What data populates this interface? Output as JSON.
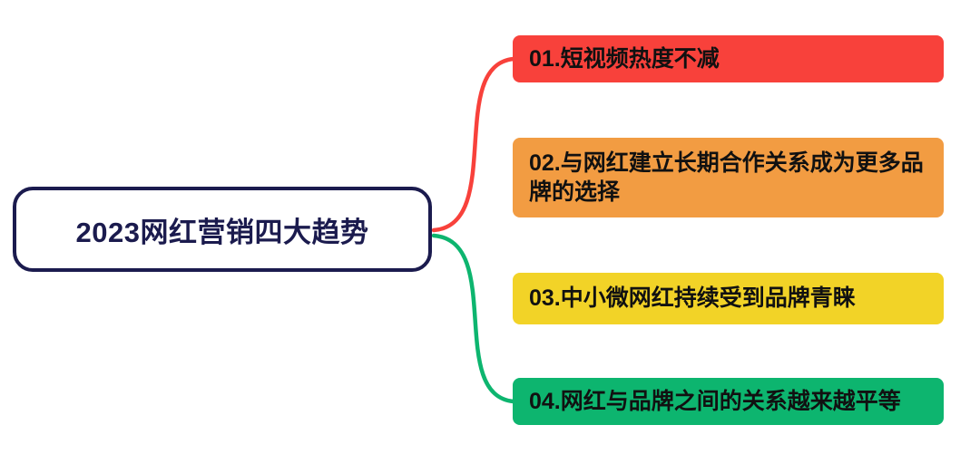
{
  "root": {
    "label": "2023网红营销四大趋势",
    "border_color": "#1B1B4E",
    "text_color": "#1B1B4E",
    "background": "#FFFFFF"
  },
  "branches": [
    {
      "label": "01.短视频热度不减",
      "color": "#F8413B"
    },
    {
      "label": "02.与网红建立长期合作关系成为更多品牌的选择",
      "color": "#F29C42"
    },
    {
      "label": "03.中小微网红持续受到品牌青睐",
      "color": "#F2D327"
    },
    {
      "label": "04.网红与品牌之间的关系越来越平等",
      "color": "#0DB56F"
    }
  ],
  "connectors": [
    {
      "to": "branch-1",
      "color": "#F8413B"
    },
    {
      "to": "branch-4",
      "color": "#0DB56F"
    }
  ],
  "canvas": {
    "background": "#FFFFFF"
  }
}
